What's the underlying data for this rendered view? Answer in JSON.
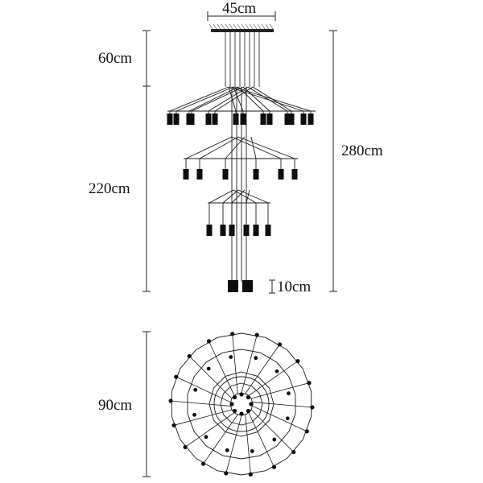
{
  "dimensions": {
    "canopy_width": "45cm",
    "top_drop": "60cm",
    "body_height": "220cm",
    "total_height": "280cm",
    "bottom_extension": "10cm",
    "diameter": "90cm"
  },
  "colors": {
    "line": "#1a1a1a",
    "lamp": "#0d0d0d",
    "hatch": "#777777"
  }
}
